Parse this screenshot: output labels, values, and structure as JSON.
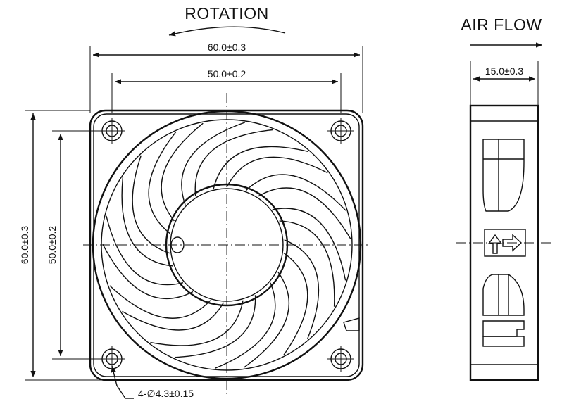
{
  "titles": {
    "rotation": "ROTATION",
    "air_flow": "AIR FLOW"
  },
  "dimensions": {
    "outer_width": "60.0±0.3",
    "hole_spacing_width": "50.0±0.2",
    "outer_height": "60.0±0.3",
    "hole_spacing_height": "50.0±0.2",
    "thickness": "15.0±0.3",
    "mounting_holes": "4-∅4.3±0.15"
  },
  "colors": {
    "line": "#111111",
    "background": "#ffffff"
  }
}
